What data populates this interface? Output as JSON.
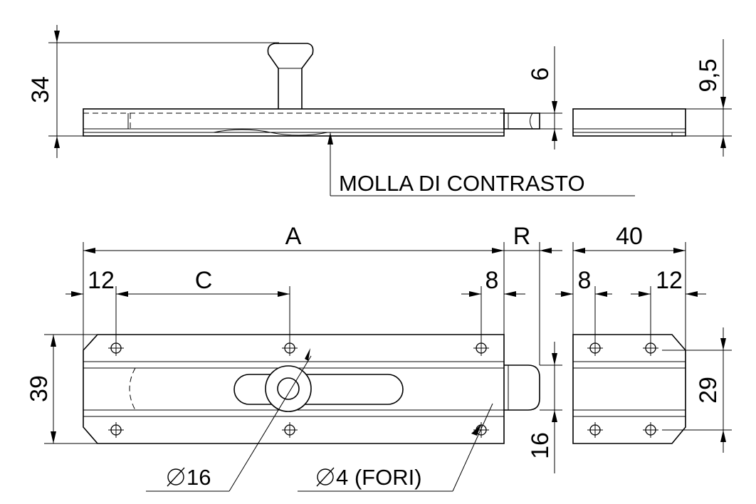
{
  "labels": {
    "height_side": "34",
    "pin_dia": "6",
    "keeper_thickness": "9,5",
    "spring": "MOLLA DI CONTRASTO",
    "len_a": "A",
    "stroke_r": "R",
    "keeper_len": "40",
    "edge_left": "12",
    "hole_c": "C",
    "edge_right": "8",
    "keeper_edge_left": "8",
    "keeper_edge_right": "12",
    "height_plate": "39",
    "keeper_height": "29",
    "pin_height": "16",
    "knob_dia": "16",
    "hole_dia": "4 (FORI)"
  }
}
